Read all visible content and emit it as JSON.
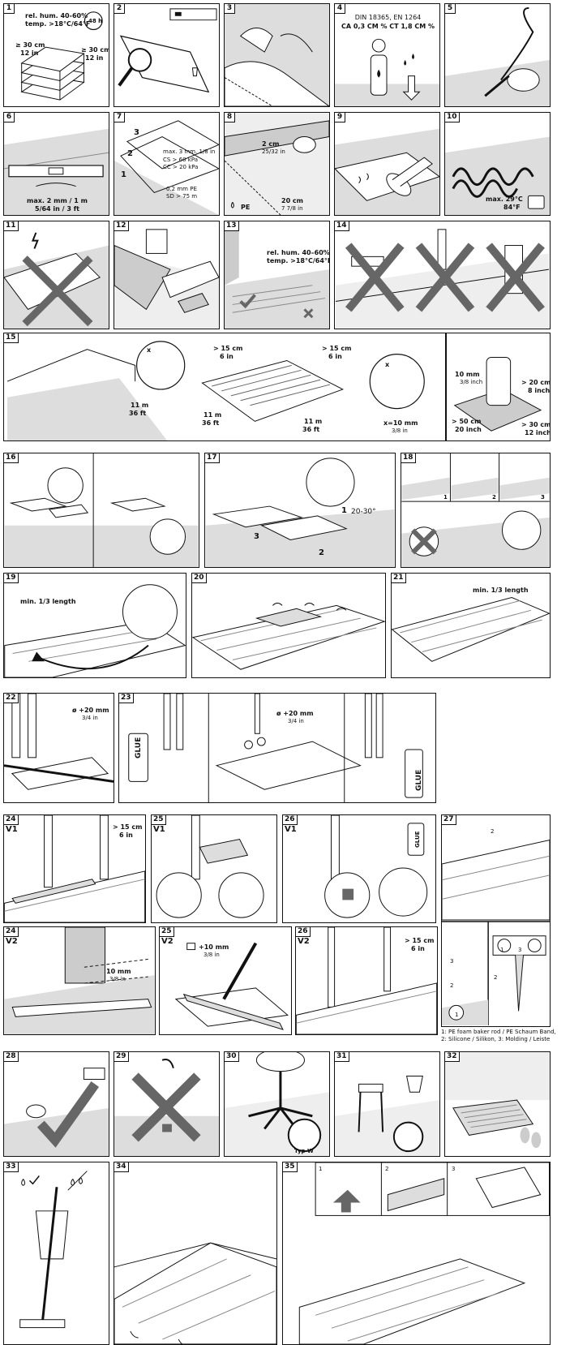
{
  "panels": {
    "p1": {
      "num": "1",
      "hum": "rel. hum. 40-60%",
      "temp": "temp. >18°C/64°F",
      "hours": "48 h",
      "left_cm": "≥ 30 cm",
      "left_in": "12 in",
      "right_cm": "≥ 30 cm",
      "right_in": "12 in"
    },
    "p2": {
      "num": "2"
    },
    "p3": {
      "num": "3"
    },
    "p4": {
      "num": "4",
      "std": "DIN 18365, EN 1264",
      "cm": "CA 0,3 CM % CT 1,8 CM %"
    },
    "p5": {
      "num": "5"
    },
    "p6": {
      "num": "6",
      "line1": "max. 2 mm / 1 m",
      "line2": "5/64 in / 3 ft"
    },
    "p7": {
      "num": "7",
      "l3": "3",
      "l2": "2",
      "l1": "1",
      "max": "max. 3 mm. 1/8 in",
      "cs": "CS > 60 kPa",
      "cc": "CC > 20 kPa",
      "pe": "0.2 mm PE",
      "sd": "SD > 75 m"
    },
    "p8": {
      "num": "8",
      "cm2": "2 cm",
      "in2": "25/32 in",
      "cm20": "20 cm",
      "in20": "7 7/8 in",
      "pe": "PE"
    },
    "p9": {
      "num": "9"
    },
    "p10": {
      "num": "10",
      "max": "max. 29°C",
      "f": "84°F"
    },
    "p11": {
      "num": "11"
    },
    "p12": {
      "num": "12"
    },
    "p13": {
      "num": "13",
      "hum": "rel. hum. 40–60%",
      "temp": "temp. >18°C/64°F"
    },
    "p14": {
      "num": "14"
    },
    "p15": {
      "num": "15",
      "a_m": "11 m",
      "a_ft": "36 ft",
      "top1_cm": "> 15 cm",
      "top1_in": "6 in",
      "top2_cm": "> 15 cm",
      "top2_in": "6 in",
      "b_m": "11 m",
      "b_ft": "36 ft",
      "c_m": "11 m",
      "c_ft": "36 ft",
      "x": "x",
      "xmm": "x=10 mm",
      "xin": "3/8 in",
      "s10": "10 mm",
      "s10in": "3/8 inch",
      "s20": "> 20 cm",
      "s20in": "8 inch",
      "s50": "> 50 cm",
      "s50in": "20 inch",
      "s30": "> 30 cm",
      "s30in": "12 inch"
    },
    "p16": {
      "num": "16"
    },
    "p17": {
      "num": "17",
      "angle": "20-30°",
      "n1": "1",
      "n2": "2",
      "n3": "3"
    },
    "p18": {
      "num": "18",
      "n1": "1",
      "n2": "2",
      "n3": "3"
    },
    "p19": {
      "num": "19",
      "min": "min. 1/3 length"
    },
    "p20": {
      "num": "20"
    },
    "p21": {
      "num": "21",
      "min": "min. 1/3 length"
    },
    "p22": {
      "num": "22",
      "d": "ø +20 mm",
      "din": "3/4 in"
    },
    "p23": {
      "num": "23",
      "d": "ø +20 mm",
      "din": "3/4 in",
      "glue": "GLUE"
    },
    "p24a": {
      "num": "24",
      "v": "V1",
      "cm": "> 15 cm",
      "in": "6 in"
    },
    "p25a": {
      "num": "25",
      "v": "V1"
    },
    "p26a": {
      "num": "26",
      "v": "V1",
      "glue": "GLUE"
    },
    "p27": {
      "num": "27",
      "n1": "1",
      "n2": "2",
      "n3": "3"
    },
    "p24b": {
      "num": "24",
      "v": "V2",
      "mm": "10 mm",
      "in": "3/8 in"
    },
    "p25b": {
      "num": "25",
      "v": "V2",
      "mm": "+10 mm",
      "in": "3/8 in"
    },
    "p26b": {
      "num": "26",
      "v": "V2",
      "cm": "> 15 cm",
      "in": "6 in"
    },
    "p28": {
      "num": "28"
    },
    "p29": {
      "num": "29"
    },
    "p30": {
      "num": "30",
      "typ": "Typ W"
    },
    "p31": {
      "num": "31"
    },
    "p32": {
      "num": "32"
    },
    "p33": {
      "num": "33"
    },
    "p34": {
      "num": "34"
    },
    "p35": {
      "num": "35",
      "n1": "1",
      "n2": "2",
      "n3": "3"
    }
  },
  "footnote": {
    "line1": "1: PE foam baker rod / PE Schaum Band,",
    "line2": "2: Silicone / Silikon, 3: Molding / Leiste"
  }
}
